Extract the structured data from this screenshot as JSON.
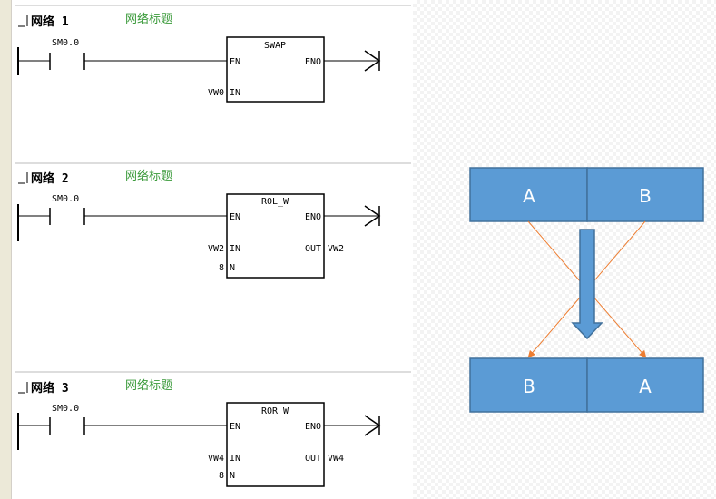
{
  "networks": [
    {
      "label": "网络 1",
      "title": "网络标题",
      "contact": "SM0.0",
      "box_name": "SWAP",
      "en": "EN",
      "eno": "ENO",
      "in_var": "VW0",
      "in_pin": "IN"
    },
    {
      "label": "网络 2",
      "title": "网络标题",
      "contact": "SM0.0",
      "box_name": "ROL_W",
      "en": "EN",
      "eno": "ENO",
      "in_var": "VW2",
      "in_pin": "IN",
      "n_var": "8",
      "n_pin": "N",
      "out_pin": "OUT",
      "out_var": "VW2"
    },
    {
      "label": "网络 3",
      "title": "网络标题",
      "contact": "SM0.0",
      "box_name": "ROR_W",
      "en": "EN",
      "eno": "ENO",
      "in_var": "VW4",
      "in_pin": "IN",
      "n_var": "8",
      "n_pin": "N",
      "out_pin": "OUT",
      "out_var": "VW4"
    }
  ],
  "swap_diagram": {
    "before": [
      "A",
      "B"
    ],
    "after": [
      "B",
      "A"
    ],
    "colors": {
      "cell_fill": "#5b9bd5",
      "cell_border": "#41719c",
      "cross_line": "#ed7d31",
      "arrow_fill": "#5b9bd5",
      "title_green": "#3a9a3a"
    }
  }
}
